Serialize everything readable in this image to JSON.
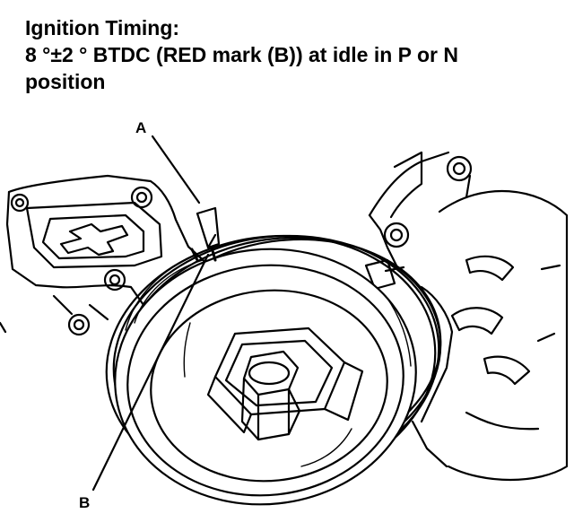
{
  "caption": {
    "line1": "Ignition Timing:",
    "line2": "8 °±2 ° BTDC (RED mark (B)) at idle in P or N",
    "line3": "position"
  },
  "callouts": {
    "a": "A",
    "b": "B"
  },
  "colors": {
    "ink": "#000000",
    "paper": "#ffffff"
  }
}
